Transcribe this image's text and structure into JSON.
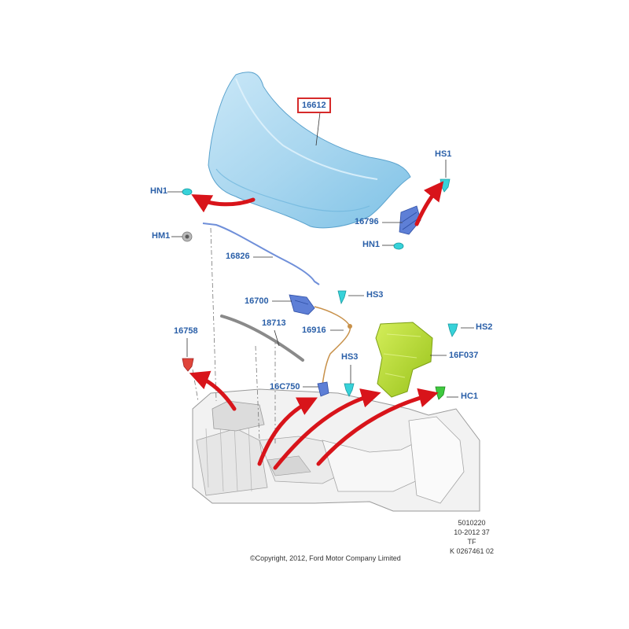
{
  "colors": {
    "label_blue": "#2a5fa8",
    "hood": "#a8d6ef",
    "hood_shade": "#6fb7de",
    "clip": "#37d2d9",
    "bracket": "#5e7fd6",
    "insulator": "#b9dd2a",
    "arrow_red": "#d8141a",
    "highlight_box": "#d62a2a"
  },
  "labels": {
    "part_16612": "16612",
    "hs1": "HS1",
    "hn1_left": "HN1",
    "hm1": "HM1",
    "part_16796": "16796",
    "hn1_right": "HN1",
    "part_16826": "16826",
    "part_16700": "16700",
    "hs3_top": "HS3",
    "part_18713": "18713",
    "part_16916": "16916",
    "hs2": "HS2",
    "part_16758": "16758",
    "part_16f037": "16F037",
    "hs3_bottom": "HS3",
    "part_16c750": "16C750",
    "hc1": "HC1"
  },
  "reference": {
    "line1": "5010220",
    "line2": "10-2012 37",
    "line3": "TF",
    "line4": "K 0267461 02"
  },
  "copyright": "©Copyright, 2012, Ford Motor Company Limited"
}
